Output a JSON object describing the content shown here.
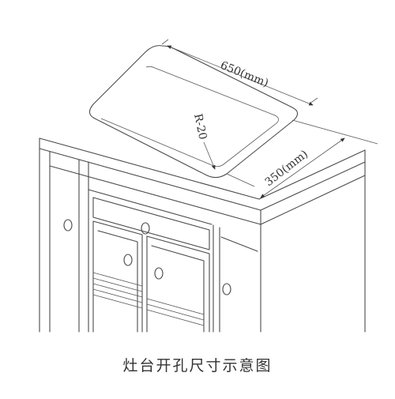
{
  "diagram": {
    "dimensions": {
      "length_label": "650(mm)",
      "width_label": "350(mm)",
      "radius_label": "R-20"
    },
    "caption": "灶台开孔尺寸示意图"
  }
}
